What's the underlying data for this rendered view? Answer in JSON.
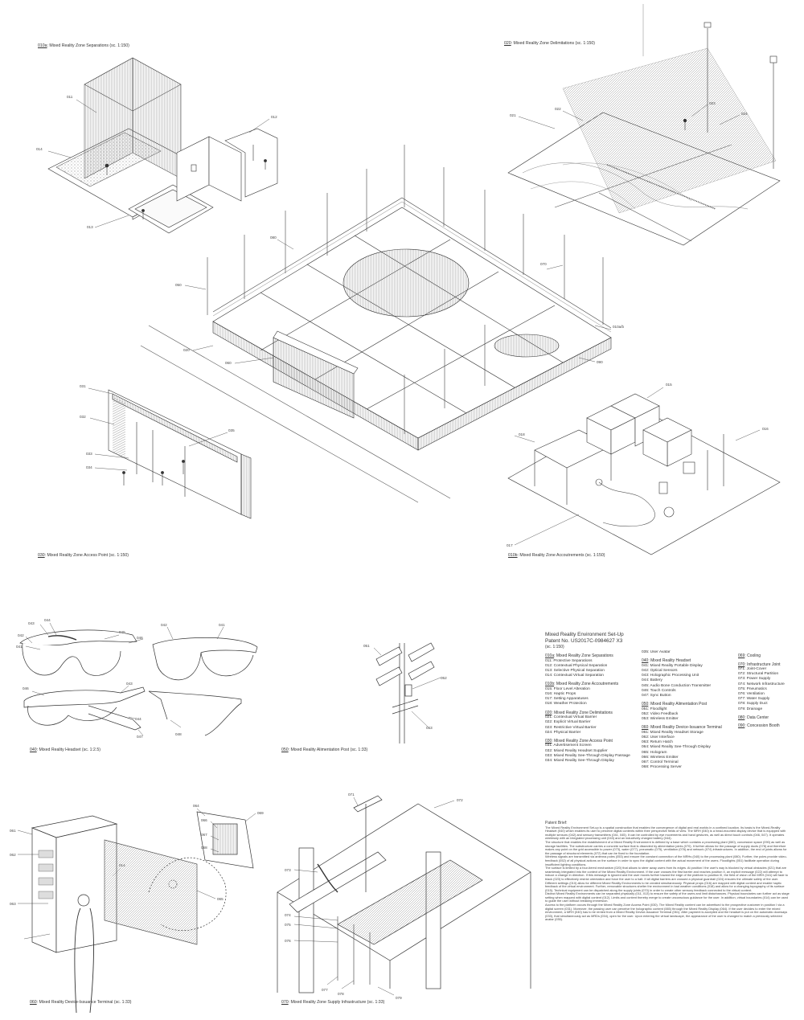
{
  "captions": [
    {
      "num": "010a",
      "rest": ": Mixed Reality Zone Separations (sc. 1:150)"
    },
    {
      "num": "020",
      "rest": ": Mixed Reality Zone Delimitations (sc. 1:150)"
    },
    {
      "num": "030",
      "rest": ": Mixed Reality Zone Access Point (sc. 1:150)"
    },
    {
      "num": "010b",
      "rest": ": Mixed Reality Zone Accoutrements (sc. 1:150)"
    },
    {
      "num": "040",
      "rest": ": Mixed Reality Headset (sc. 1:2.5)"
    },
    {
      "num": "050",
      "rest": ": Mixed Reality Alimentation Post (sc. 1:33)"
    },
    {
      "num": "060",
      "rest": ": Mixed Reality Device-Issuance Terminal (sc. 1:33)"
    },
    {
      "num": "070",
      "rest": ": Mixed Reality Zone Supply Infrastructure (sc. 1:33)"
    }
  ],
  "callouts": {
    "a": [
      "011",
      "012",
      "013",
      "014"
    ],
    "d": [
      "022",
      "023",
      "021",
      "024"
    ],
    "m": [
      "080",
      "070",
      "010a/b",
      "050",
      "020",
      "060",
      "090"
    ],
    "ap": [
      "031",
      "032",
      "033",
      "034",
      "035"
    ],
    "ac": [
      "015",
      "018",
      "016",
      "017"
    ],
    "hs": [
      "043",
      "044",
      "045",
      "042",
      "041",
      "046",
      "042",
      "041",
      "046",
      "043",
      "044",
      "047",
      "048"
    ],
    "post": [
      "051",
      "052",
      "053"
    ],
    "term": [
      "064",
      "066",
      "069",
      "067",
      "068",
      "061",
      "062",
      "063",
      "065",
      "014"
    ],
    "sup": [
      "071",
      "072",
      "073",
      "074",
      "075",
      "076",
      "077",
      "078",
      "079"
    ]
  },
  "legend": {
    "title": "Mixed Reality Environment Set-Up",
    "patent": "Patent No. US2017C-0984627 X3",
    "scale": "(sc. 1:150)",
    "columns": [
      [
        {
          "head_num": "010a",
          "head": ": Mixed Reality Zone Separations",
          "items": [
            "011: Protective Separations",
            "012: Contextual Physical Separation",
            "013: Selective Physical Separation",
            "014: Contextual Virtual Separation"
          ]
        },
        {
          "head_num": "010b",
          "head": ": Mixed Reality Zone Accoutrements",
          "items": [
            "015: Floor Level Alteration",
            "016: Haptic Props",
            "017: Setting Apparatuses",
            "018: Weather Protection"
          ]
        },
        {
          "head_num": "020",
          "head": ": Mixed Reality Zone Delimitations",
          "items": [
            "021: Contextual Virtual Barrier",
            "022: Explicit Virtual Barrier",
            "023: Restrictive Virtual Barrier",
            "024: Physical Barrier"
          ]
        },
        {
          "head_num": "030",
          "head": ": Mixed Reality Zone Access Point",
          "items": [
            "031: Advertisement Screen",
            "032: Mixed Reality Headset Supplier",
            "033: Mixed Reality See-Through Display Passage",
            "034: Mixed Reality See-Through Display"
          ]
        }
      ],
      [
        {
          "head_num": "",
          "head": "",
          "items": [
            "035: User Avatar"
          ]
        },
        {
          "head_num": "040",
          "head": ": Mixed Reality Headset",
          "items": [
            "041: Mixed Reality Portable Display",
            "042: Optical Sensors",
            "043: Holographic Processing Unit",
            "044: Battery",
            "045: Audio Bone Conduction Transmitter",
            "046: Touch Controls",
            "047: Sync Button"
          ]
        },
        {
          "head_num": "050",
          "head": ": Mixed Reality Alimentation Post",
          "items": [
            "051: Floodlight",
            "052: Video Feedback",
            "053: Wireless Emitter"
          ]
        },
        {
          "head_num": "060",
          "head": ": Mixed Reality Device-Issuance Terminal",
          "items": [
            "061: Mixed Reality Headset Storage",
            "062: User Interface",
            "063: Return Hatch",
            "064: Mixed Reality See-Through Display",
            "065: Hologram",
            "066: Wireless Emitter",
            "067: Control Terminal",
            "068: Processing Server"
          ]
        }
      ],
      [
        {
          "head_num": "069",
          "head": ": Cooling",
          "items": []
        },
        {
          "head_num": "070",
          "head": ": Infrastructure Joint",
          "items": [
            "071: Joint-Cover",
            "072: Structural Partition",
            "073: Power Supply",
            "074: Network Infrastructure",
            "075: Pneumatics",
            "076: Ventilation",
            "077: Water Supply",
            "078: Supply Duct",
            "079: Drainage"
          ]
        },
        {
          "head_num": "080",
          "head": ": Data Center",
          "items": []
        },
        {
          "head_num": "090",
          "head": ": Concession Booth",
          "items": []
        }
      ]
    ]
  },
  "brief": {
    "title": "Patent Brief:",
    "paragraphs": [
      "The Mixed Reality Environment Set-up is a spatial construction that enables the convergence of digital and real worlds in a confined location. Its basis is the Mixed-Reality Headset (040) which enables its user to perceive digital contents within their perspective fields of view. The MRH (040) is a head-mounted display device that is equipped with multiple sensors (042) and sensory transmitters (041, 045). It can be controlled by eye movements and hand gestures, as well as direct touch controls (046, 047). It operates wirelessly with an integrated processing unit (043) and an inductively charged battery (044).",
      "The structure that enables the establishment of a Mixed Reality Environment is defined by a base which contains a processing plant (080), concession space (090) as well as storage facilities. The substructure carries a concrete surface that is dissected by alimentation joints (070). It further allows for the passage of supply ducts (078) and therefore makes any point on the grid accessible to power (073), water (077), pneumatic (075), ventilation (076) and network (074) infrastructures. In addition, the end of joints allows for the passage of structural elements (072) that can be fixed to the foundation.",
      "Wireless signals are transmitted via antenna poles (053) and ensure the constant connection of the MRHs (040) to the processing plant (080). Further, the poles provide video-feedback (052) of all physical actions on the surface in order to sync the digital content with the actual movement of the users. Floodlights (051) facilitate operation during insufficient lighting conditions.",
      "The surface is limited by a four-tiered mechanism (020) that allows to steer away users from its edges. At position I the user's way is blocked by virtual obstacles (021) that are seamlessly integrated into the context of the Mixed Reality Environment. If the user crosses the first barrier and reaches position II, an explicit message (022) will attempt to induce a change in direction. If this message is ignored and the user moves further toward the edge of the platform to position III, the field of vision of the MRH (041) will fade to black (023) to effectively restrict orientation and force the user to a halt. If all digital barriers are crossed a physical guardrail (024) ensures the ultimate safety of the user.",
      "Different settings (010) allow for different Mixed Reality Environments to be created simultaneously. Physical props (016) are mapped with digital content and enable haptic feedback of the virtual environment. Further, removable structures shelter the environment in bad weather conditions (018) and allow for a changing topography of its surface (015). Technical equipment can be dispatched along the supply joints (070) in order to create other sensory feedback connected to the virtual content.",
      "Distinct Mixed Reality Environments can be separated physically (011, 013) to ensure the safety of the users and limit disturbances. Physical boundaries can further act as stage setting when mapped with digital content (012). Limits and content thereby merge to create unconscious guidance for the user. In addition, virtual boundaries (014) can be used to guide the user without breaking immersion.",
      "Access to the platform occurs through the Mixed Reality Zone Access Point (030). The Mixed Reality content can be advertised to the prospective customer in position I via a digital screen (031). Moreover, the passing user can perceive the holographic content (065) through the Mixed Reality Display (064). If the user decides to enter the mixed environment, a MRH (040) has to be rented from a Mixed Reality Device-Issuance Terminal (061). After payment is accepted and the headset is put on the automatic doorways (033), that simultaneously act as MRDs (034), open for the user. Upon entering the virtual landscape, the appearance of the user is changed to match a previously selected avatar (035)."
    ]
  }
}
